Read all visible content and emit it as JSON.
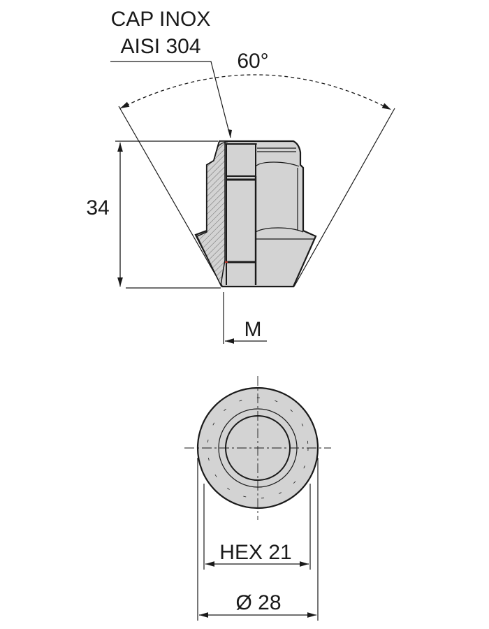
{
  "labels": {
    "material_line1": "CAP INOX",
    "material_line2": "AISI 304",
    "angle": "60°",
    "height": "34",
    "thread": "M",
    "hex": "HEX 21",
    "diameter": "Ø 28"
  },
  "colors": {
    "body_fill": "#d3d3d3",
    "line": "#1a1a1a",
    "hatch": "#555555",
    "accent": "#c0392b"
  }
}
